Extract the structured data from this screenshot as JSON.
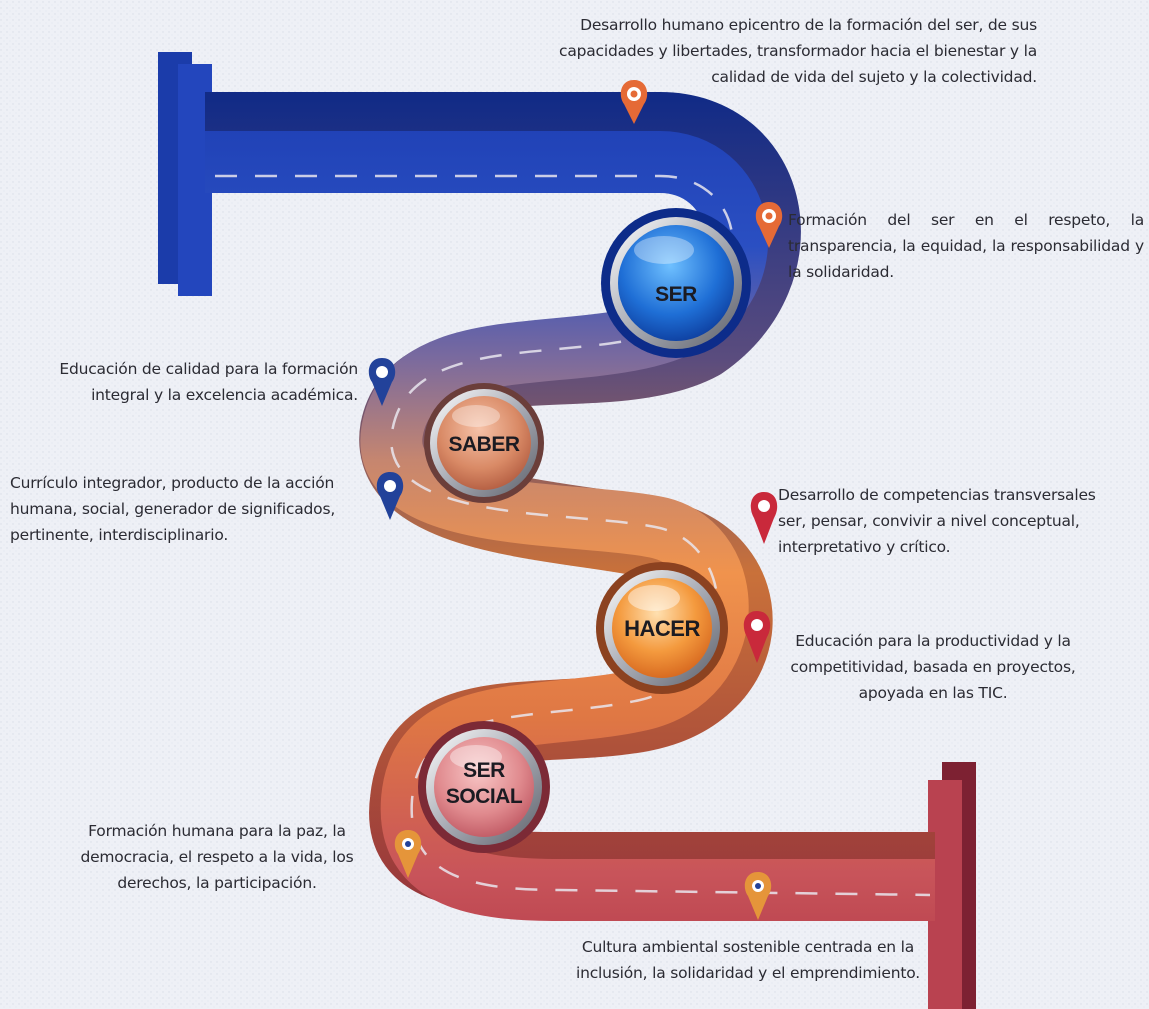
{
  "stations": [
    {
      "id": "ser",
      "label": "SER"
    },
    {
      "id": "saber",
      "label": "SABER"
    },
    {
      "id": "hacer",
      "label": "HACER"
    },
    {
      "id": "ser-social",
      "label": "SER SOCIAL"
    }
  ],
  "descriptions": [
    "Desarrollo humano epicentro de la formación del ser, de sus capacidades y libertades, transformador hacia el bienestar y la calidad de vida del sujeto y la colectividad.",
    "Formación del ser en el respeto, la transparencia, la equidad, la responsabilidad y la solidaridad.",
    "Educación de calidad para la formación integral y la excelencia académica.",
    "Currículo integrador, producto de la acción humana, social, generador de significados, pertinente, interdisciplinario.",
    "Desarrollo de competencias transversales ser, pensar, convivir a nivel conceptual, interpretativo y crítico.",
    "Educación para la productividad y la competitividad, basada en proyectos, apoyada en las TIC.",
    "Formación humana para la paz, la democracia, el respeto a la vida, los derechos, la participación.",
    "Cultura ambiental sostenible centrada en la inclusión, la solidaridad y el emprendimiento."
  ],
  "colors": {
    "road_start": "#1e3fb4",
    "road_mid": "#8f6f99",
    "road_orange": "#e88a4c",
    "road_end": "#b8414d",
    "pin_orange": "#e56a36",
    "pin_blue": "#22429a",
    "pin_red": "#c9293b",
    "pin_gold": "#e5953a"
  },
  "icons": [
    "map-pin-icon"
  ]
}
